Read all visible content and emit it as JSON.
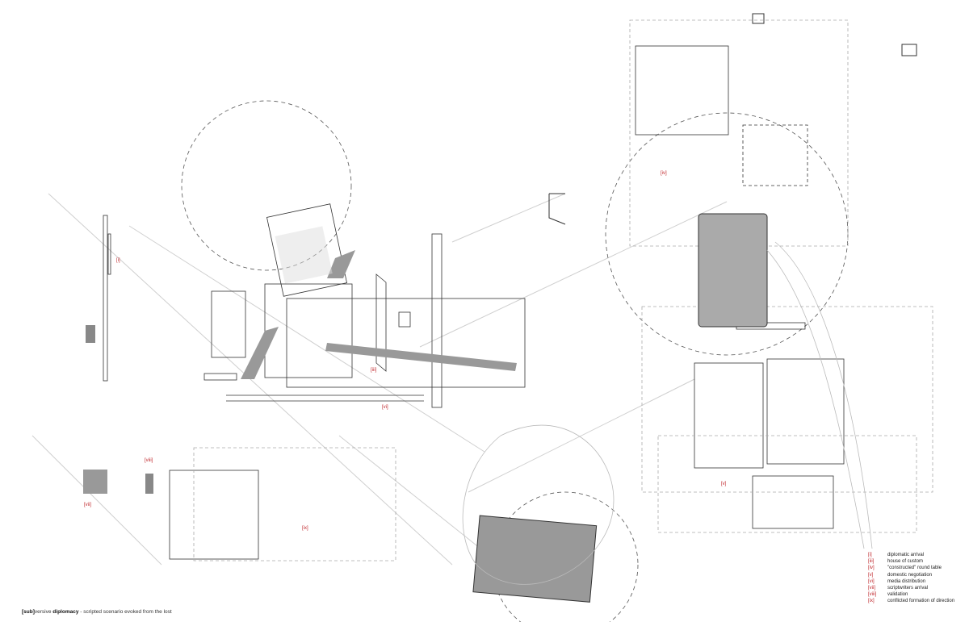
{
  "title": {
    "prefix": "[sub]",
    "rest": "versive ",
    "bold": "diplomacy",
    "suffix": " - scripted scenario evoked from the lost"
  },
  "map_labels": [
    "[i]",
    "[iii]",
    "[vi]",
    "[viii]",
    "[vii]",
    "[ix]",
    "[iv]",
    "[v]"
  ],
  "legend": [
    {
      "key": "[i]",
      "text": "diplomatic arrival"
    },
    {
      "key": "[iii]",
      "text": "house of custom"
    },
    {
      "key": "[iv]",
      "text": "\"constructed\" round table"
    },
    {
      "key": "[v]",
      "text": "domestic negotiation"
    },
    {
      "key": "[vi]",
      "text": "media distribution"
    },
    {
      "key": "[vii]",
      "text": "scriptwriters arrival"
    },
    {
      "key": "[viii]",
      "text": "validation"
    },
    {
      "key": "[ix]",
      "text": "conflicted formation of direction"
    }
  ],
  "colors": {
    "label": "#c0282d",
    "ink": "#222222",
    "tone": "#8a8a8a"
  }
}
